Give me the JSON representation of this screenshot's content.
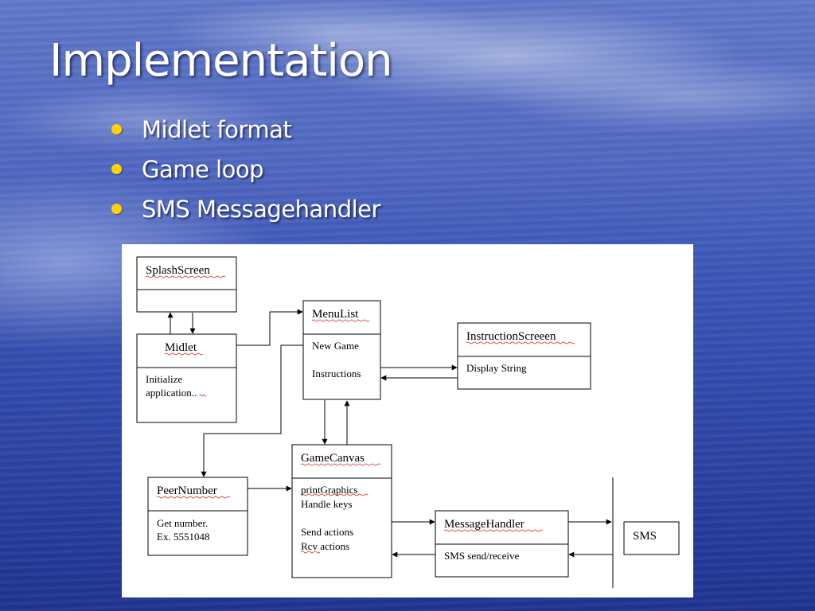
{
  "slide": {
    "title": "Implementation",
    "bullets": [
      "Midlet format",
      "Game loop",
      "SMS Messagehandler"
    ],
    "bullet_color": "#ffd200",
    "text_color": "#ffffff"
  },
  "diagram": {
    "splash": {
      "header": "SplashScreen",
      "body": ""
    },
    "midlet": {
      "header": "Midlet",
      "body": [
        "Initialize",
        "application.."
      ]
    },
    "menulist": {
      "header": "MenuList",
      "body": [
        "New Game",
        "Instructions"
      ]
    },
    "instruction": {
      "header": "InstructionScreeen",
      "body": [
        "Display String"
      ]
    },
    "peer": {
      "header": "PeerNumber",
      "body": [
        "Get number.",
        "Ex. 5551048"
      ]
    },
    "gamecanvas": {
      "header": "GameCanvas",
      "body": [
        "printGraphics",
        "Handle keys",
        "Send actions",
        "Rcv actions"
      ]
    },
    "messagehandler": {
      "header": "MessageHandler",
      "body": [
        "SMS send/receive"
      ]
    },
    "sms": {
      "label": "SMS"
    }
  }
}
